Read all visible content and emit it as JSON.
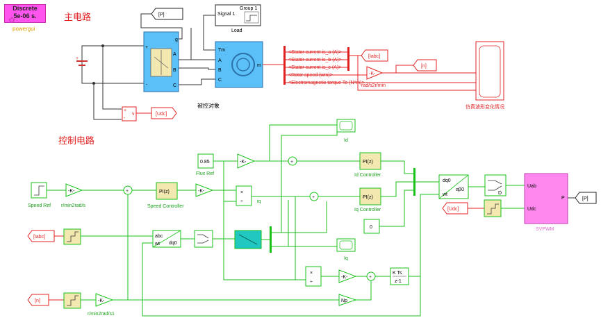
{
  "powergui": {
    "line1": "Discrete",
    "line2": "5e-06 s.",
    "caption": "powergui"
  },
  "sections": {
    "main_circuit": "主电路",
    "control_circuit": "控制电路"
  },
  "main": {
    "p_goto": "[P]",
    "signal_builder": {
      "title": "Group 1",
      "signal": "Signal 1",
      "caption": "Load"
    },
    "inverter_ports": {
      "g": "g",
      "plus": "+",
      "minus": "-",
      "a": "A",
      "b": "B",
      "c": "C"
    },
    "motor_ports": {
      "tm": "Tm",
      "a": "A",
      "b": "B",
      "c": "C",
      "m": "m"
    },
    "motor_caption": "被控对象",
    "bus_signals": [
      "<Stator current is_a (A)>",
      "<Stator current is_b (A)>",
      "<Stator current is_c (A)>",
      "<Rotor speed (wm)>",
      "<Electromagnetic torque Te (N*m)>"
    ],
    "iabc_goto": "[Iabc]",
    "n_goto": "[n]",
    "gain_label": "-K-",
    "gain_caption": "rad/s2r/min",
    "scope_caption": "仿真波形变化情况",
    "vmeas_label": "v",
    "vmeas_plus": "+",
    "vmeas_minus": "-",
    "udc_goto": "[Udc]"
  },
  "control": {
    "flux_ref_value": "0.85",
    "flux_ref_caption": "Flux Ref",
    "speed_ref_caption": "Speed Ref",
    "gain1_caption": "r/min2rad/s",
    "speed_ctrl": {
      "label": "PI(z)",
      "caption": "Speed Controller"
    },
    "id_ctrl": {
      "label": "PI(z)",
      "caption": "Id Controller"
    },
    "iq_ctrl": {
      "label": "PI(z)",
      "caption": "Iq Controller"
    },
    "id_scope_caption": "Id",
    "iq_scope_caption": "Iq",
    "iabc_from": "[Iabc]",
    "udc_from": "[Udc]",
    "n_from": "[n]",
    "gain2_caption": "r/min2rad/s1",
    "zero_const": "0",
    "abc_dq0": {
      "in1": "abc",
      "in2": "wt",
      "out": "dq0"
    },
    "dq0_ab": {
      "in1": "dq0",
      "in2": "wt",
      "out": "αβ0"
    },
    "svpwm": {
      "in1": "Uab",
      "in2": "Udc",
      "out": "P",
      "caption": "SVPWM"
    },
    "p_goto": "[P]",
    "integrator": {
      "top": "K Ts",
      "bottom": "z-1"
    },
    "np_label": "Np",
    "product_x": "×",
    "product_div": "÷",
    "gain_label": "-K-",
    "small_d": "D",
    "iq_line": "iq"
  }
}
